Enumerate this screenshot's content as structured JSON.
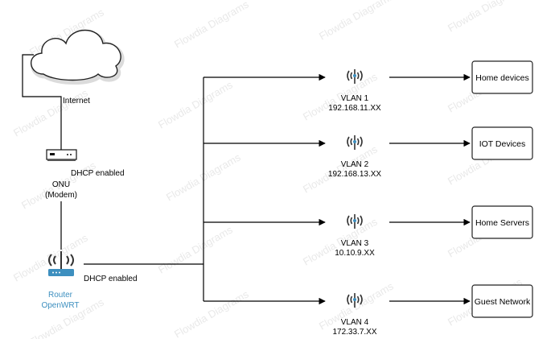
{
  "watermark": "Flowdia Diagrams",
  "internet_label": "Internet",
  "onu": {
    "dhcp_label": "DHCP enabled",
    "name_line1": "ONU",
    "name_line2": "(Modem)"
  },
  "router": {
    "dhcp_label": "DHCP enabled",
    "name_line1": "Router",
    "name_line2": "OpenWRT"
  },
  "vlans": [
    {
      "name": "VLAN 1",
      "subnet": "192.168.11.XX",
      "target": "Home devices"
    },
    {
      "name": "VLAN 2",
      "subnet": "192.168.13.XX",
      "target": "IOT Devices"
    },
    {
      "name": "VLAN 3",
      "subnet": "10.10.9.XX",
      "target": "Home Servers"
    },
    {
      "name": "VLAN 4",
      "subnet": "172.33.7.XX",
      "target": "Guest Network"
    }
  ],
  "colors": {
    "router_blue": "#3d8fbf",
    "line": "#000000",
    "watermark": "#e9e9e9"
  },
  "icons": {
    "cloud": "cloud-icon",
    "onu": "modem-icon",
    "router": "wifi-router-icon",
    "access_point": "antenna-icon"
  }
}
